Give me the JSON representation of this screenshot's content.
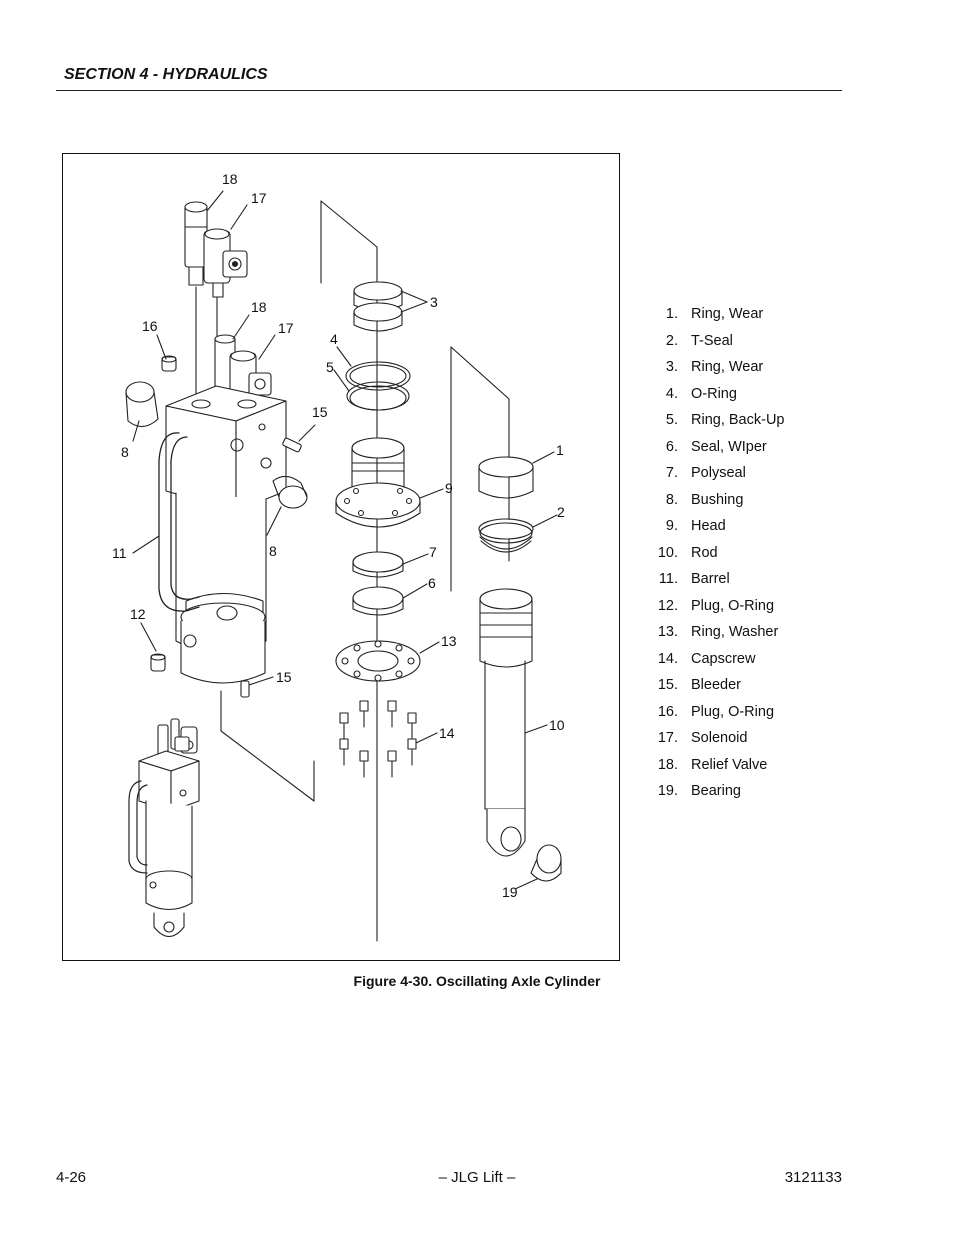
{
  "header": {
    "section_title": "SECTION 4 - HYDRAULICS"
  },
  "figure": {
    "caption": "Figure 4-30.  Oscillating Axle Cylinder",
    "callouts": [
      "18",
      "17",
      "18",
      "17",
      "16",
      "15",
      "8",
      "8",
      "11",
      "12",
      "15",
      "4",
      "5",
      "3",
      "9",
      "7",
      "6",
      "13",
      "14",
      "1",
      "2",
      "10",
      "19"
    ]
  },
  "parts_list": [
    {
      "num": "1.",
      "name": "Ring, Wear"
    },
    {
      "num": "2.",
      "name": "T-Seal"
    },
    {
      "num": "3.",
      "name": "Ring, Wear"
    },
    {
      "num": "4.",
      "name": "O-Ring"
    },
    {
      "num": "5.",
      "name": "Ring, Back-Up"
    },
    {
      "num": "6.",
      "name": "Seal, WIper"
    },
    {
      "num": "7.",
      "name": "Polyseal"
    },
    {
      "num": "8.",
      "name": "Bushing"
    },
    {
      "num": "9.",
      "name": "Head"
    },
    {
      "num": "10.",
      "name": "Rod"
    },
    {
      "num": "11.",
      "name": "Barrel"
    },
    {
      "num": "12.",
      "name": "Plug, O-Ring"
    },
    {
      "num": "13.",
      "name": "Ring, Washer"
    },
    {
      "num": "14.",
      "name": "Capscrew"
    },
    {
      "num": "15.",
      "name": "Bleeder"
    },
    {
      "num": "16.",
      "name": "Plug, O-Ring"
    },
    {
      "num": "17.",
      "name": "Solenoid"
    },
    {
      "num": "18.",
      "name": "Relief Valve"
    },
    {
      "num": "19.",
      "name": "Bearing"
    }
  ],
  "footer": {
    "page_number": "4-26",
    "center": "– JLG Lift –",
    "doc_number": "3121133"
  }
}
